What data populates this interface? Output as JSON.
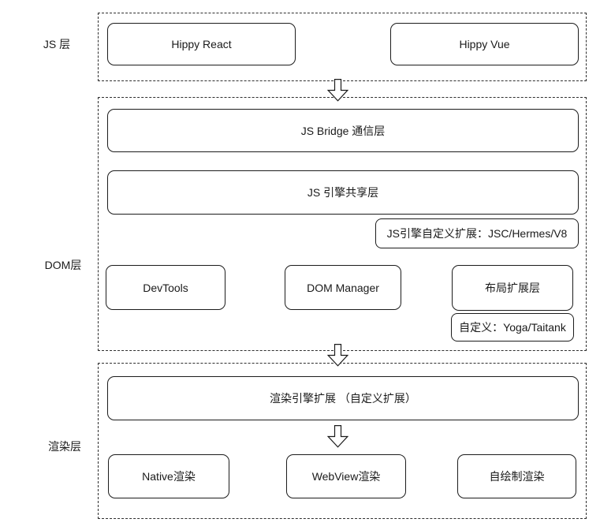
{
  "diagram": {
    "title_none": "",
    "colors": {
      "background": "#ffffff",
      "line": "#1c1c1c",
      "text": "#1a1a1a"
    },
    "icons": {
      "flow_arrow": "down-block-arrow"
    },
    "layers": {
      "js": {
        "label": "JS 层",
        "hippy_react": "Hippy React",
        "hippy_vue": "Hippy Vue"
      },
      "dom": {
        "label": "DOM层",
        "js_bridge": "JS Bridge 通信层",
        "js_engine": "JS 引擎共享层",
        "js_engine_ext": "JS引擎自定义扩展：JSC/Hermes/V8",
        "devtools": "DevTools",
        "dom_manager": "DOM Manager",
        "layout_ext": "布局扩展层",
        "layout_custom": "自定义：Yoga/Taitank"
      },
      "render": {
        "label": "渲染层",
        "render_engine_ext": "渲染引擎扩展 （自定义扩展）",
        "native": "Native渲染",
        "webview": "WebView渲染",
        "self_draw": "自绘制渲染"
      }
    }
  }
}
